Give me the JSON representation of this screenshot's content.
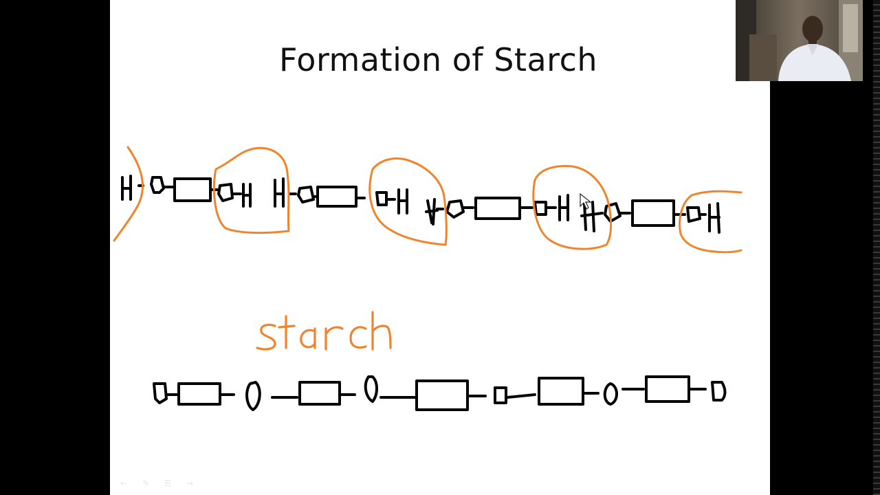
{
  "slide": {
    "title": "Formation of Starch",
    "annotation_label": "starch",
    "ink_colors": {
      "chain": "#000000",
      "highlight": "#f0842c"
    },
    "controls": [
      {
        "icon": "previous-arrow-icon",
        "glyph": "←"
      },
      {
        "icon": "pen-icon",
        "glyph": "✎"
      },
      {
        "icon": "menu-icon",
        "glyph": "☰"
      },
      {
        "icon": "next-arrow-icon",
        "glyph": "→"
      }
    ]
  },
  "webcam": {
    "icon": "presenter-video-feed"
  }
}
